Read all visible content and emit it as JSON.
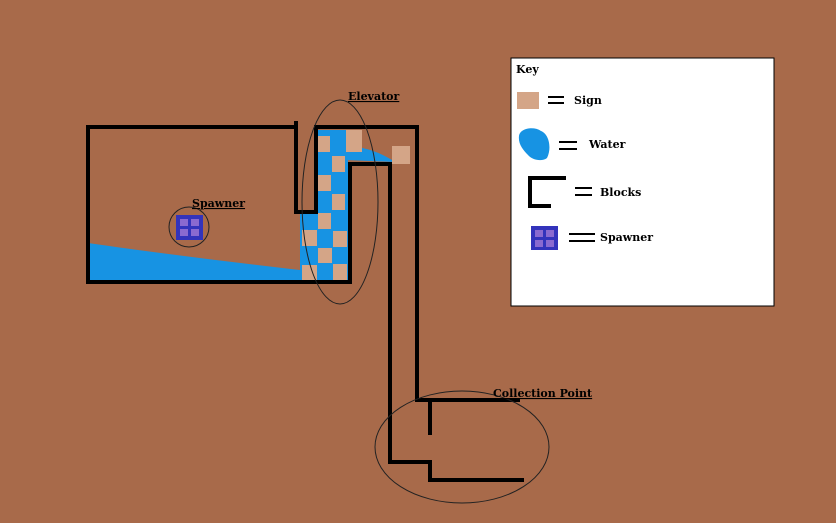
{
  "colors": {
    "background": "#a86a4a",
    "blocks": "#000000",
    "water": "#1793e3",
    "sign": "#d4a587",
    "spawner": "#3333bb",
    "key_bg": "#ffffff"
  },
  "labels": {
    "spawner": "Spawner",
    "elevator": "Elevator",
    "collection": "Collection Point"
  },
  "key": {
    "title": "Key",
    "equals": "=",
    "items": [
      {
        "icon": "sign-icon",
        "label": "Sign"
      },
      {
        "icon": "water-icon",
        "label": "Water"
      },
      {
        "icon": "blocks-icon",
        "label": "Blocks"
      },
      {
        "icon": "spawner-icon",
        "label": "Spawner"
      }
    ]
  }
}
